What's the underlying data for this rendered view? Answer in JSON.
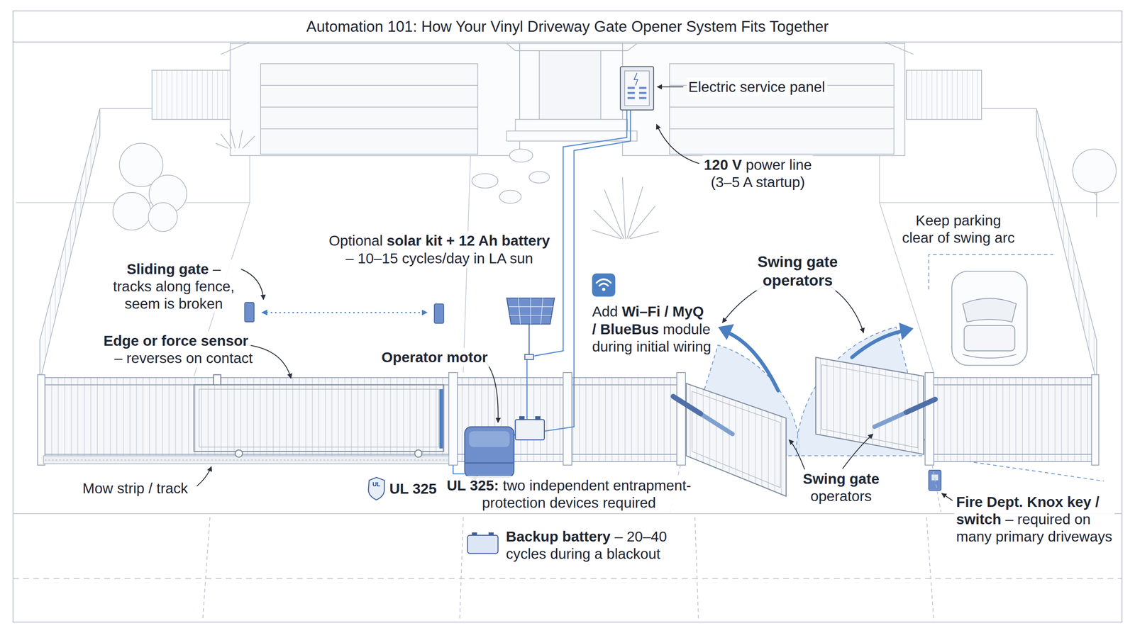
{
  "diagram": {
    "title": "Automation 101: How Your Vinyl Driveway Gate Opener System Fits Together",
    "labels": [
      "Electric service panel",
      "120 V",
      "power line",
      "(3–5 A startup)",
      "Optional",
      "solar kit + 12 Ah battery",
      "– 10–15 cycles/day in LA sun",
      "Keep parking clear of swing arc",
      "Sliding gate",
      "– tracks along fence, seem is broken",
      "Add",
      "Wi–Fi / MyQ / BlueBus",
      "module during initial wiring",
      "Swing gate operators",
      "Edge or force sensor",
      "– reverses on contact",
      "Operator motor",
      "UL 325",
      "UL 325:",
      "two independent entrapment-protection devices required",
      "Swing gate",
      "operators",
      "Fire Dept. Knox key / switch",
      "– required on many primary driveways",
      "Backup battery",
      "– 20–40 cycles during a blackout",
      "Mow strip / track",
      "UL"
    ]
  }
}
